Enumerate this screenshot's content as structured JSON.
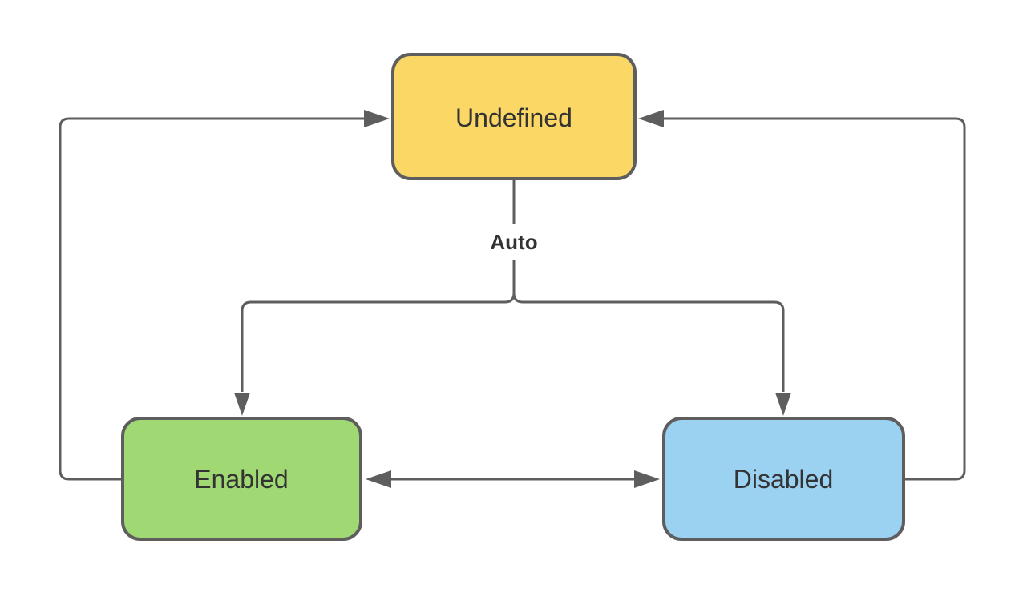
{
  "diagram": {
    "background_color": "#FFFFFF",
    "line_color": "#5E5E5E",
    "text_color": "#333333",
    "nodes": [
      {
        "id": "undefined",
        "label": "Undefined",
        "fill": "#FBD765"
      },
      {
        "id": "enabled",
        "label": "Enabled",
        "fill": "#A0D873"
      },
      {
        "id": "disabled",
        "label": "Disabled",
        "fill": "#9BD1F1"
      }
    ],
    "edges": [
      {
        "id": "undefined-auto-branch",
        "from": "Undefined",
        "to": "Enabled / Disabled",
        "label": "Auto"
      },
      {
        "id": "enabled-to-disabled",
        "from": "Enabled",
        "to": "Disabled",
        "label": ""
      },
      {
        "id": "disabled-to-enabled",
        "from": "Disabled",
        "to": "Enabled",
        "label": ""
      },
      {
        "id": "enabled-to-undefined",
        "from": "Enabled",
        "to": "Undefined",
        "label": ""
      },
      {
        "id": "disabled-to-undefined",
        "from": "Disabled",
        "to": "Undefined",
        "label": ""
      }
    ]
  }
}
